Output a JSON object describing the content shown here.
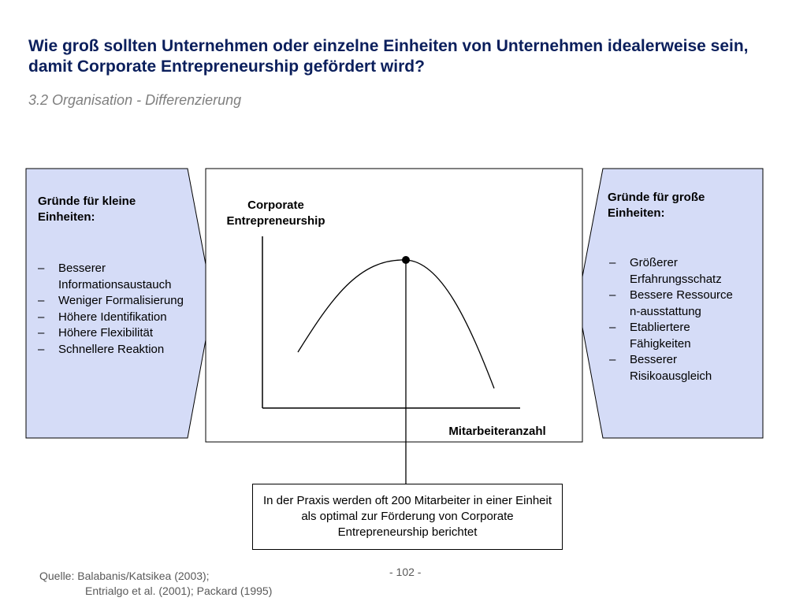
{
  "header": {
    "title": "Wie groß sollten Unternehmen oder einzelne Einheiten von Unternehmen idealerweise sein, damit Corporate Entrepreneurship gefördert wird?",
    "subtitle": "3.2 Organisation - Differenzierung"
  },
  "left_panel": {
    "heading": "Gründe für kleine Einheiten:",
    "items": [
      "Besserer Informationsaustauch",
      "Weniger Formalisierung",
      "Höhere Identifikation",
      "Höhere Flexibilität",
      "Schnellere Reaktion"
    ]
  },
  "right_panel": {
    "heading": "Gründe für große Einheiten:",
    "items": [
      "Größerer Erfahrungsschatz",
      "Bessere Ressourcen-ausstattung",
      "Etabliertere Fähigkeiten",
      "Besserer Risikoausgleich"
    ]
  },
  "chart": {
    "y_label": "Corporate Entrepreneurship",
    "x_label": "Mitarbeiteranzahl"
  },
  "note": {
    "text": "In der Praxis werden oft 200 Mitarbeiter in einer Einheit als optimal zur Förderung von Corporate Entrepreneurship berichtet"
  },
  "footer": {
    "source_line1": "Quelle: Balabanis/Katsikea  (2003);",
    "source_line2": "Entrialgo et al. (2001); Packard (1995)",
    "page": "- 102 -"
  },
  "colors": {
    "title": "#0b1f5c",
    "panel_fill": "#d5dcf7",
    "subtitle": "#7f7f7f"
  }
}
